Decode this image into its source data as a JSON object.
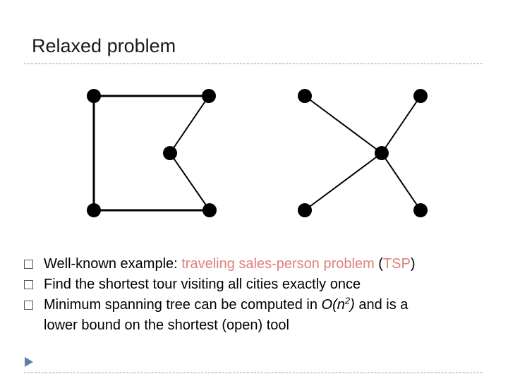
{
  "slide": {
    "title": "Relaxed problem"
  },
  "graphs": {
    "node_color": "#000000",
    "edge_color": "#000000"
  },
  "bullets": [
    {
      "parts": [
        "Well-known example: ",
        "traveling sales-person problem",
        " (",
        "TSP",
        ")"
      ]
    },
    {
      "text": "Find the shortest tour visiting all cities exactly once"
    },
    {
      "line1_pre": "Minimum spanning tree can be computed in ",
      "line1_math": "O(n",
      "line1_sup": "2",
      "line1_close": ")",
      "line1_post": " and is a",
      "line2": "lower bound on the shortest (open) tool"
    }
  ],
  "colors": {
    "highlight": "#e0807a",
    "nav_arrow": "#5b7fa6",
    "rule": "#9a9a9a"
  }
}
